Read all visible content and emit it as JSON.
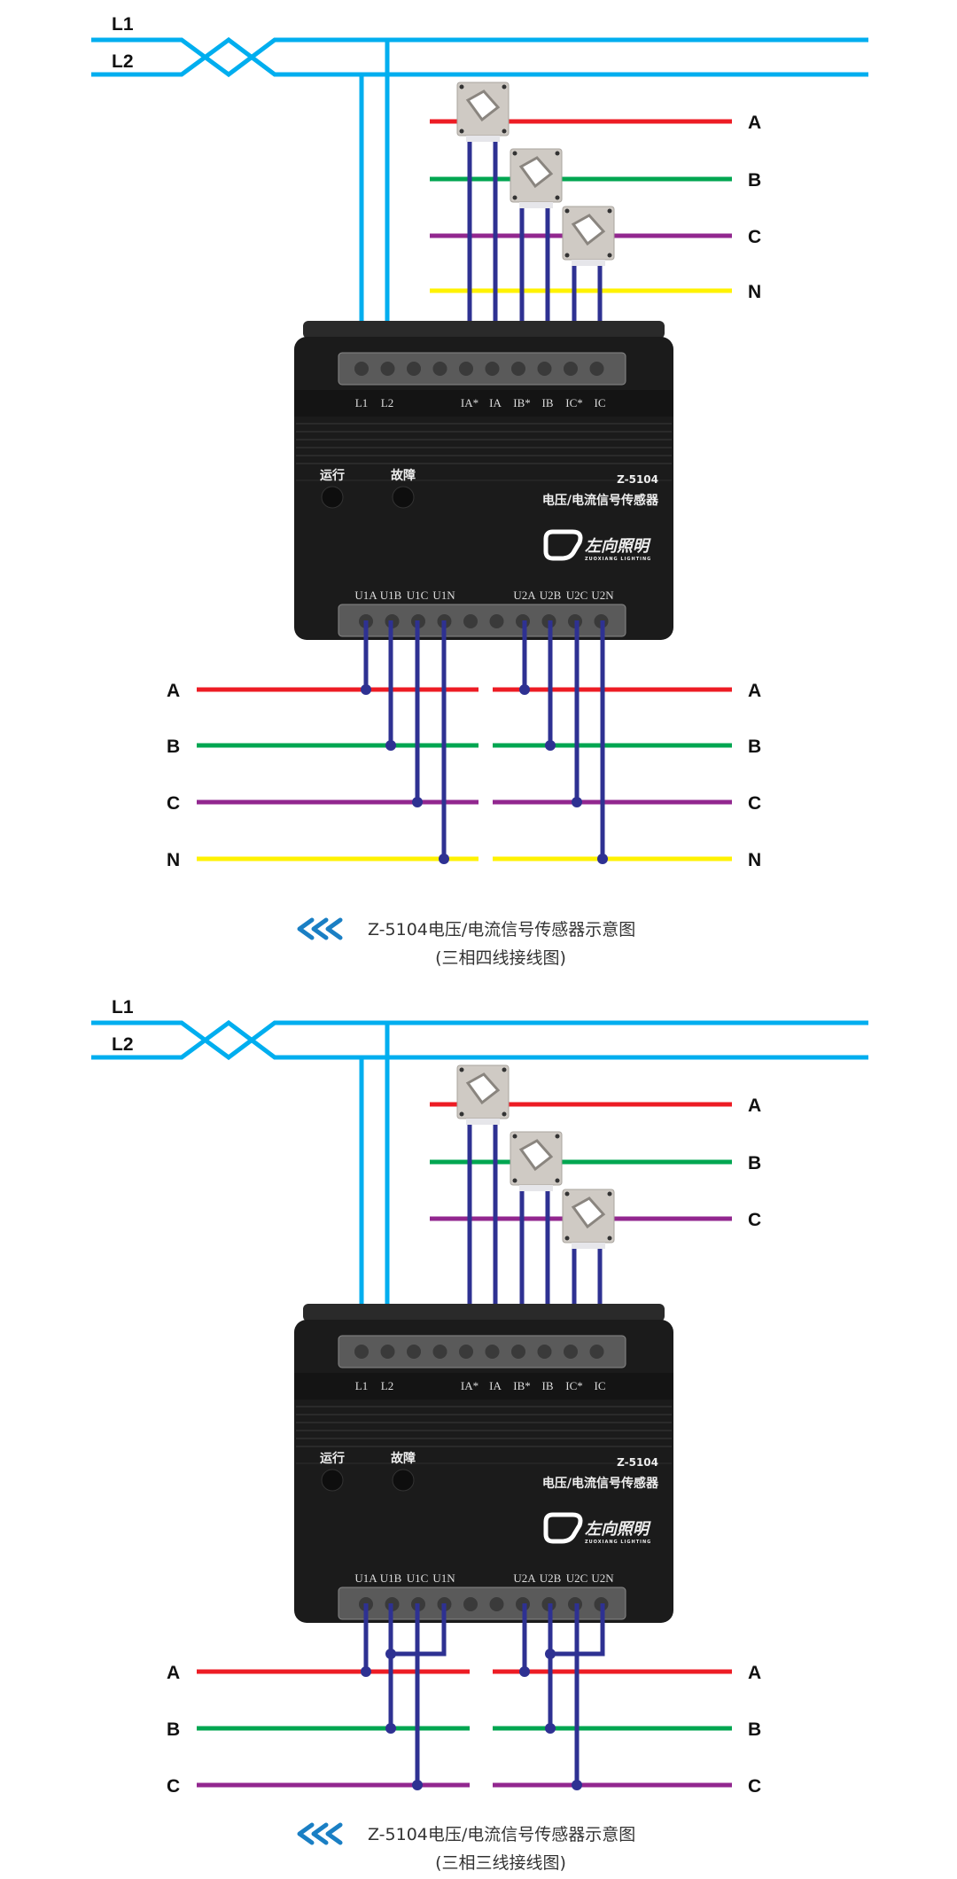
{
  "colors": {
    "line_l": "#00aeef",
    "phase_a": "#ed1c24",
    "phase_b": "#00a651",
    "phase_c": "#92278f",
    "phase_n": "#fff200",
    "wire": "#2e3192",
    "accent": "#1a7fc4"
  },
  "diagrams": [
    {
      "variant": "four-wire",
      "supply_labels": [
        "L1",
        "L2"
      ],
      "phase_labels": [
        "A",
        "B",
        "C",
        "N"
      ],
      "top_terminals": [
        "L1",
        "L2",
        "IA*",
        "IA",
        "IB*",
        "IB",
        "IC*",
        "IC"
      ],
      "bottom_terminals": [
        "U1A",
        "U1B",
        "U1C",
        "U1N",
        "U2A",
        "U2B",
        "U2C",
        "U2N"
      ],
      "device": {
        "run_label": "运行",
        "fault_label": "故障",
        "model": "Z-5104",
        "name": "电压/电流信号传感器",
        "brand": "左向照明",
        "brand_en": "ZUOXIANG LIGHTING"
      },
      "caption": {
        "line1": "Z-5104电压/电流信号传感器示意图",
        "line2": "(三相四线接线图)"
      }
    },
    {
      "variant": "three-wire",
      "supply_labels": [
        "L1",
        "L2"
      ],
      "phase_labels": [
        "A",
        "B",
        "C"
      ],
      "top_terminals": [
        "L1",
        "L2",
        "IA*",
        "IA",
        "IB*",
        "IB",
        "IC*",
        "IC"
      ],
      "bottom_terminals": [
        "U1A",
        "U1B",
        "U1C",
        "U1N",
        "U2A",
        "U2B",
        "U2C",
        "U2N"
      ],
      "device": {
        "run_label": "运行",
        "fault_label": "故障",
        "model": "Z-5104",
        "name": "电压/电流信号传感器",
        "brand": "左向照明",
        "brand_en": "ZUOXIANG LIGHTING"
      },
      "caption": {
        "line1": "Z-5104电压/电流信号传感器示意图",
        "line2": "(三相三线接线图)"
      }
    }
  ]
}
